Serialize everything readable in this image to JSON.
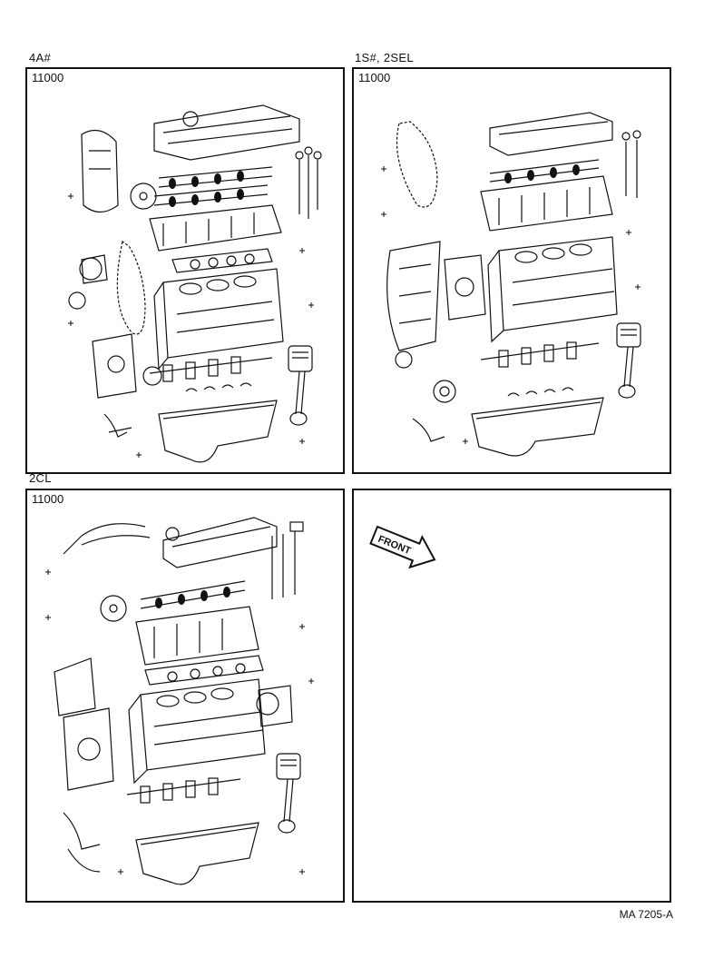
{
  "panels": [
    {
      "engine": "4A#",
      "part_code": "11000"
    },
    {
      "engine": "1S#, 2SEL",
      "part_code": "11000"
    },
    {
      "engine": "2CL",
      "part_code": "11000"
    },
    {
      "engine": "",
      "part_code": ""
    }
  ],
  "front_label": "FRONT",
  "figure_ref": "MA 7205-A"
}
